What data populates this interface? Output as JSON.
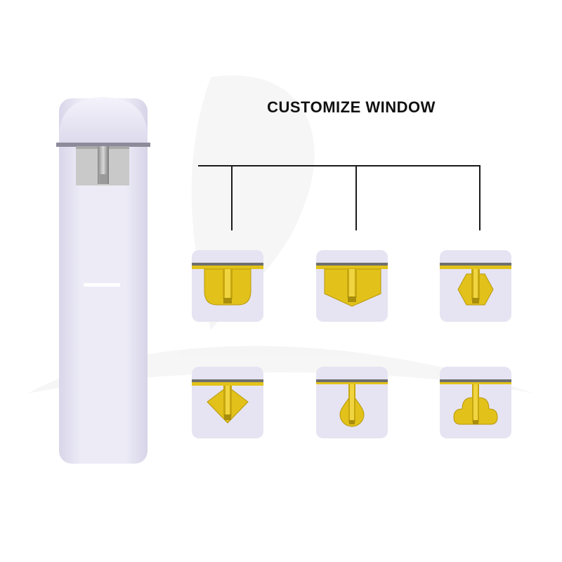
{
  "page": {
    "title": "CUSTOMIZE WINDOW"
  },
  "colors": {
    "device_body": "#e8e6f3",
    "device_shade": "#d6d3e6",
    "gold": "#e2c21a",
    "gold_dark": "#9b8410",
    "gray_window": "#bdbdbd",
    "connector_line": "#1a1a1a"
  },
  "windows": [
    {
      "shape": "rounded-shield-window"
    },
    {
      "shape": "pointed-bottom-window"
    },
    {
      "shape": "hexagon-window"
    },
    {
      "shape": "diamond-window"
    },
    {
      "shape": "teardrop-window"
    },
    {
      "shape": "cloud-window"
    }
  ]
}
